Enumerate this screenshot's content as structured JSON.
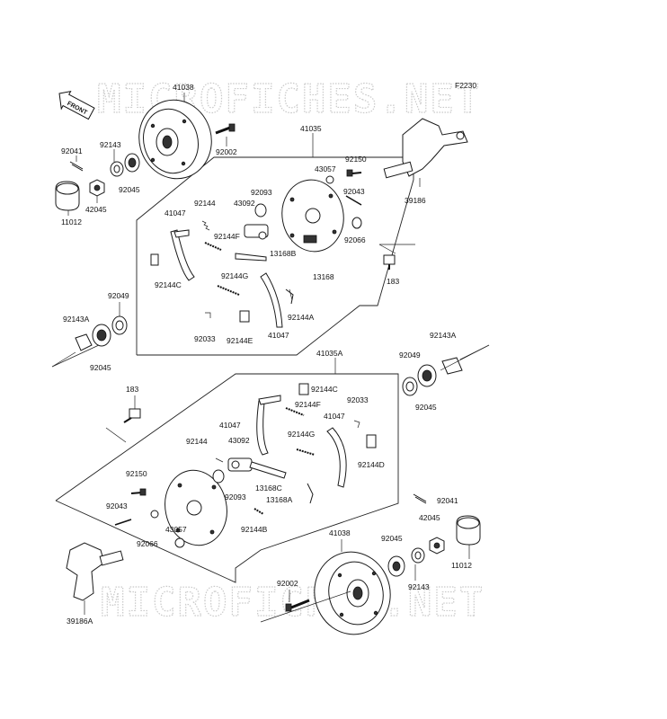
{
  "diagram_code": "F2230",
  "watermark": "MICROFICHES.NET",
  "front_label": "FRONT",
  "labels": {
    "p41038_top": "41038",
    "p41035": "41035",
    "p92041_l": "92041",
    "p92143_l": "92143",
    "p42045_l": "42045",
    "p92045_l": "92045",
    "p11012_l": "11012",
    "p92002_l": "92002",
    "p92150_t": "92150",
    "p43057_t": "43057",
    "p92043_t": "92043",
    "p92093_t": "92093",
    "p43092_t": "43092",
    "p92144_t": "92144",
    "p41047_t": "41047",
    "p92144F_t": "92144F",
    "p13168B": "13168B",
    "p92066_t": "92066",
    "p39186": "39186",
    "p183_r": "183",
    "p92144G_t": "92144G",
    "p13168_t": "13168",
    "p92144C_t": "92144C",
    "p92049_l": "92049",
    "p92143A_l": "92143A",
    "p92144A": "92144A",
    "p41047_m": "41047",
    "p92033_t": "92033",
    "p92144E": "92144E",
    "p92045_l2": "92045",
    "p41035A": "41035A",
    "p92049_r": "92049",
    "p92143A_r": "92143A",
    "p92045_r": "92045",
    "p183_l": "183",
    "p92144C_b": "92144C",
    "p92033_b": "92033",
    "p92144F_b": "92144F",
    "p41047_b1": "41047",
    "p41047_b2": "41047",
    "p92144G_b": "92144G",
    "p92144_b": "92144",
    "p43092_b": "43092",
    "p92144D": "92144D",
    "p92150_b": "92150",
    "p13168C": "13168C",
    "p92093_b": "92093",
    "p13168A": "13168A",
    "p92043_b": "92043",
    "p92041_r": "92041",
    "p43057_b": "43057",
    "p92144B": "92144B",
    "p92066_b": "92066",
    "p41038_b": "41038",
    "p42045_r": "42045",
    "p92045_br": "92045",
    "p11012_r": "11012",
    "p92143_r": "92143",
    "p92002_b": "92002",
    "p39186A": "39186A"
  }
}
